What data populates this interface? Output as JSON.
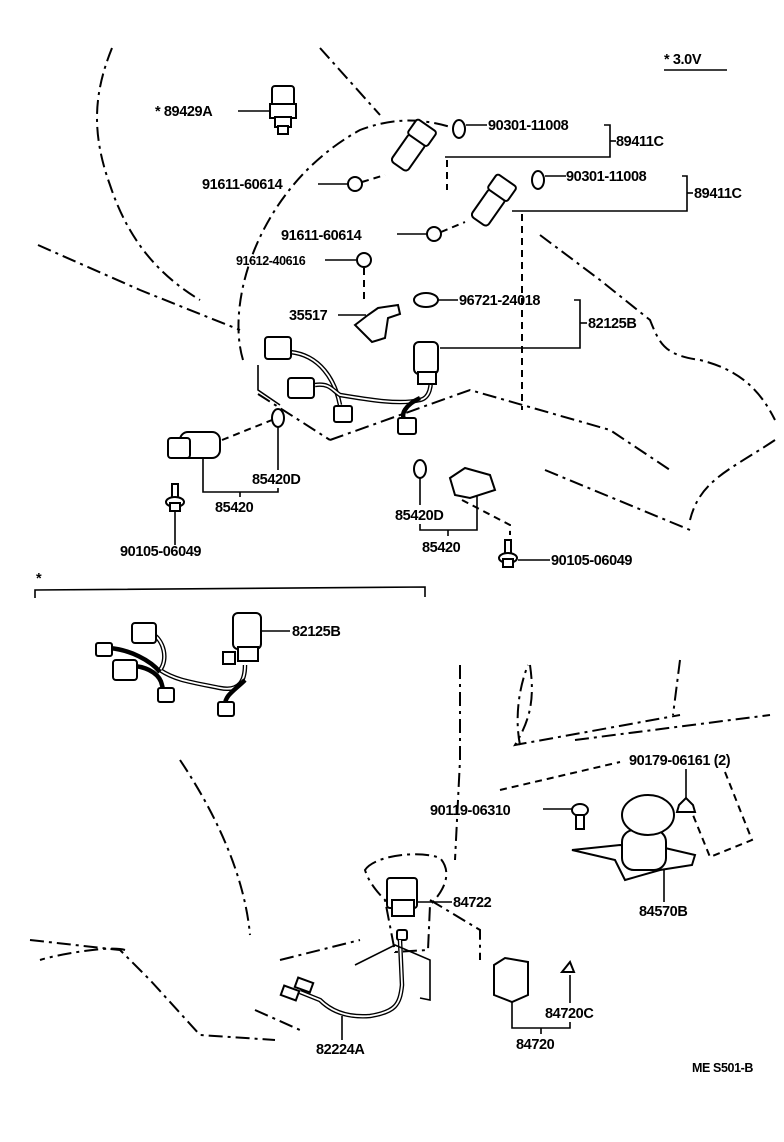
{
  "diagram": {
    "variant_note": "* 3.0V",
    "drawing_code": "ME S501-B",
    "section_marker": "*",
    "labels": {
      "sensor_89429A": "* 89429A",
      "oring_1": "90301-11008",
      "oring_2": "90301-11008",
      "sensor_89411C_1": "89411C",
      "sensor_89411C_2": "89411C",
      "bolt_91611_1": "91611-60614",
      "bolt_91611_2": "91611-60614",
      "bolt_91612": "91612-40616",
      "bracket_35517": "35517",
      "oring_96721": "96721-24018",
      "harness_82125B": "82125B",
      "solenoid_seal_1": "85420D",
      "solenoid_1": "85420",
      "bolt_90105_1": "90105-06049",
      "solenoid_seal_2": "85420D",
      "solenoid_2": "85420",
      "bolt_90105_2": "90105-06049",
      "harness_82125B_alt": "82125B",
      "nut_90179": "90179-06161 (2)",
      "bolt_90119": "90119-06310",
      "switch_84570B": "84570B",
      "switch_84722": "84722",
      "relay_84720C": "84720C",
      "relay_84720": "84720",
      "wire_82224A": "82224A"
    }
  }
}
